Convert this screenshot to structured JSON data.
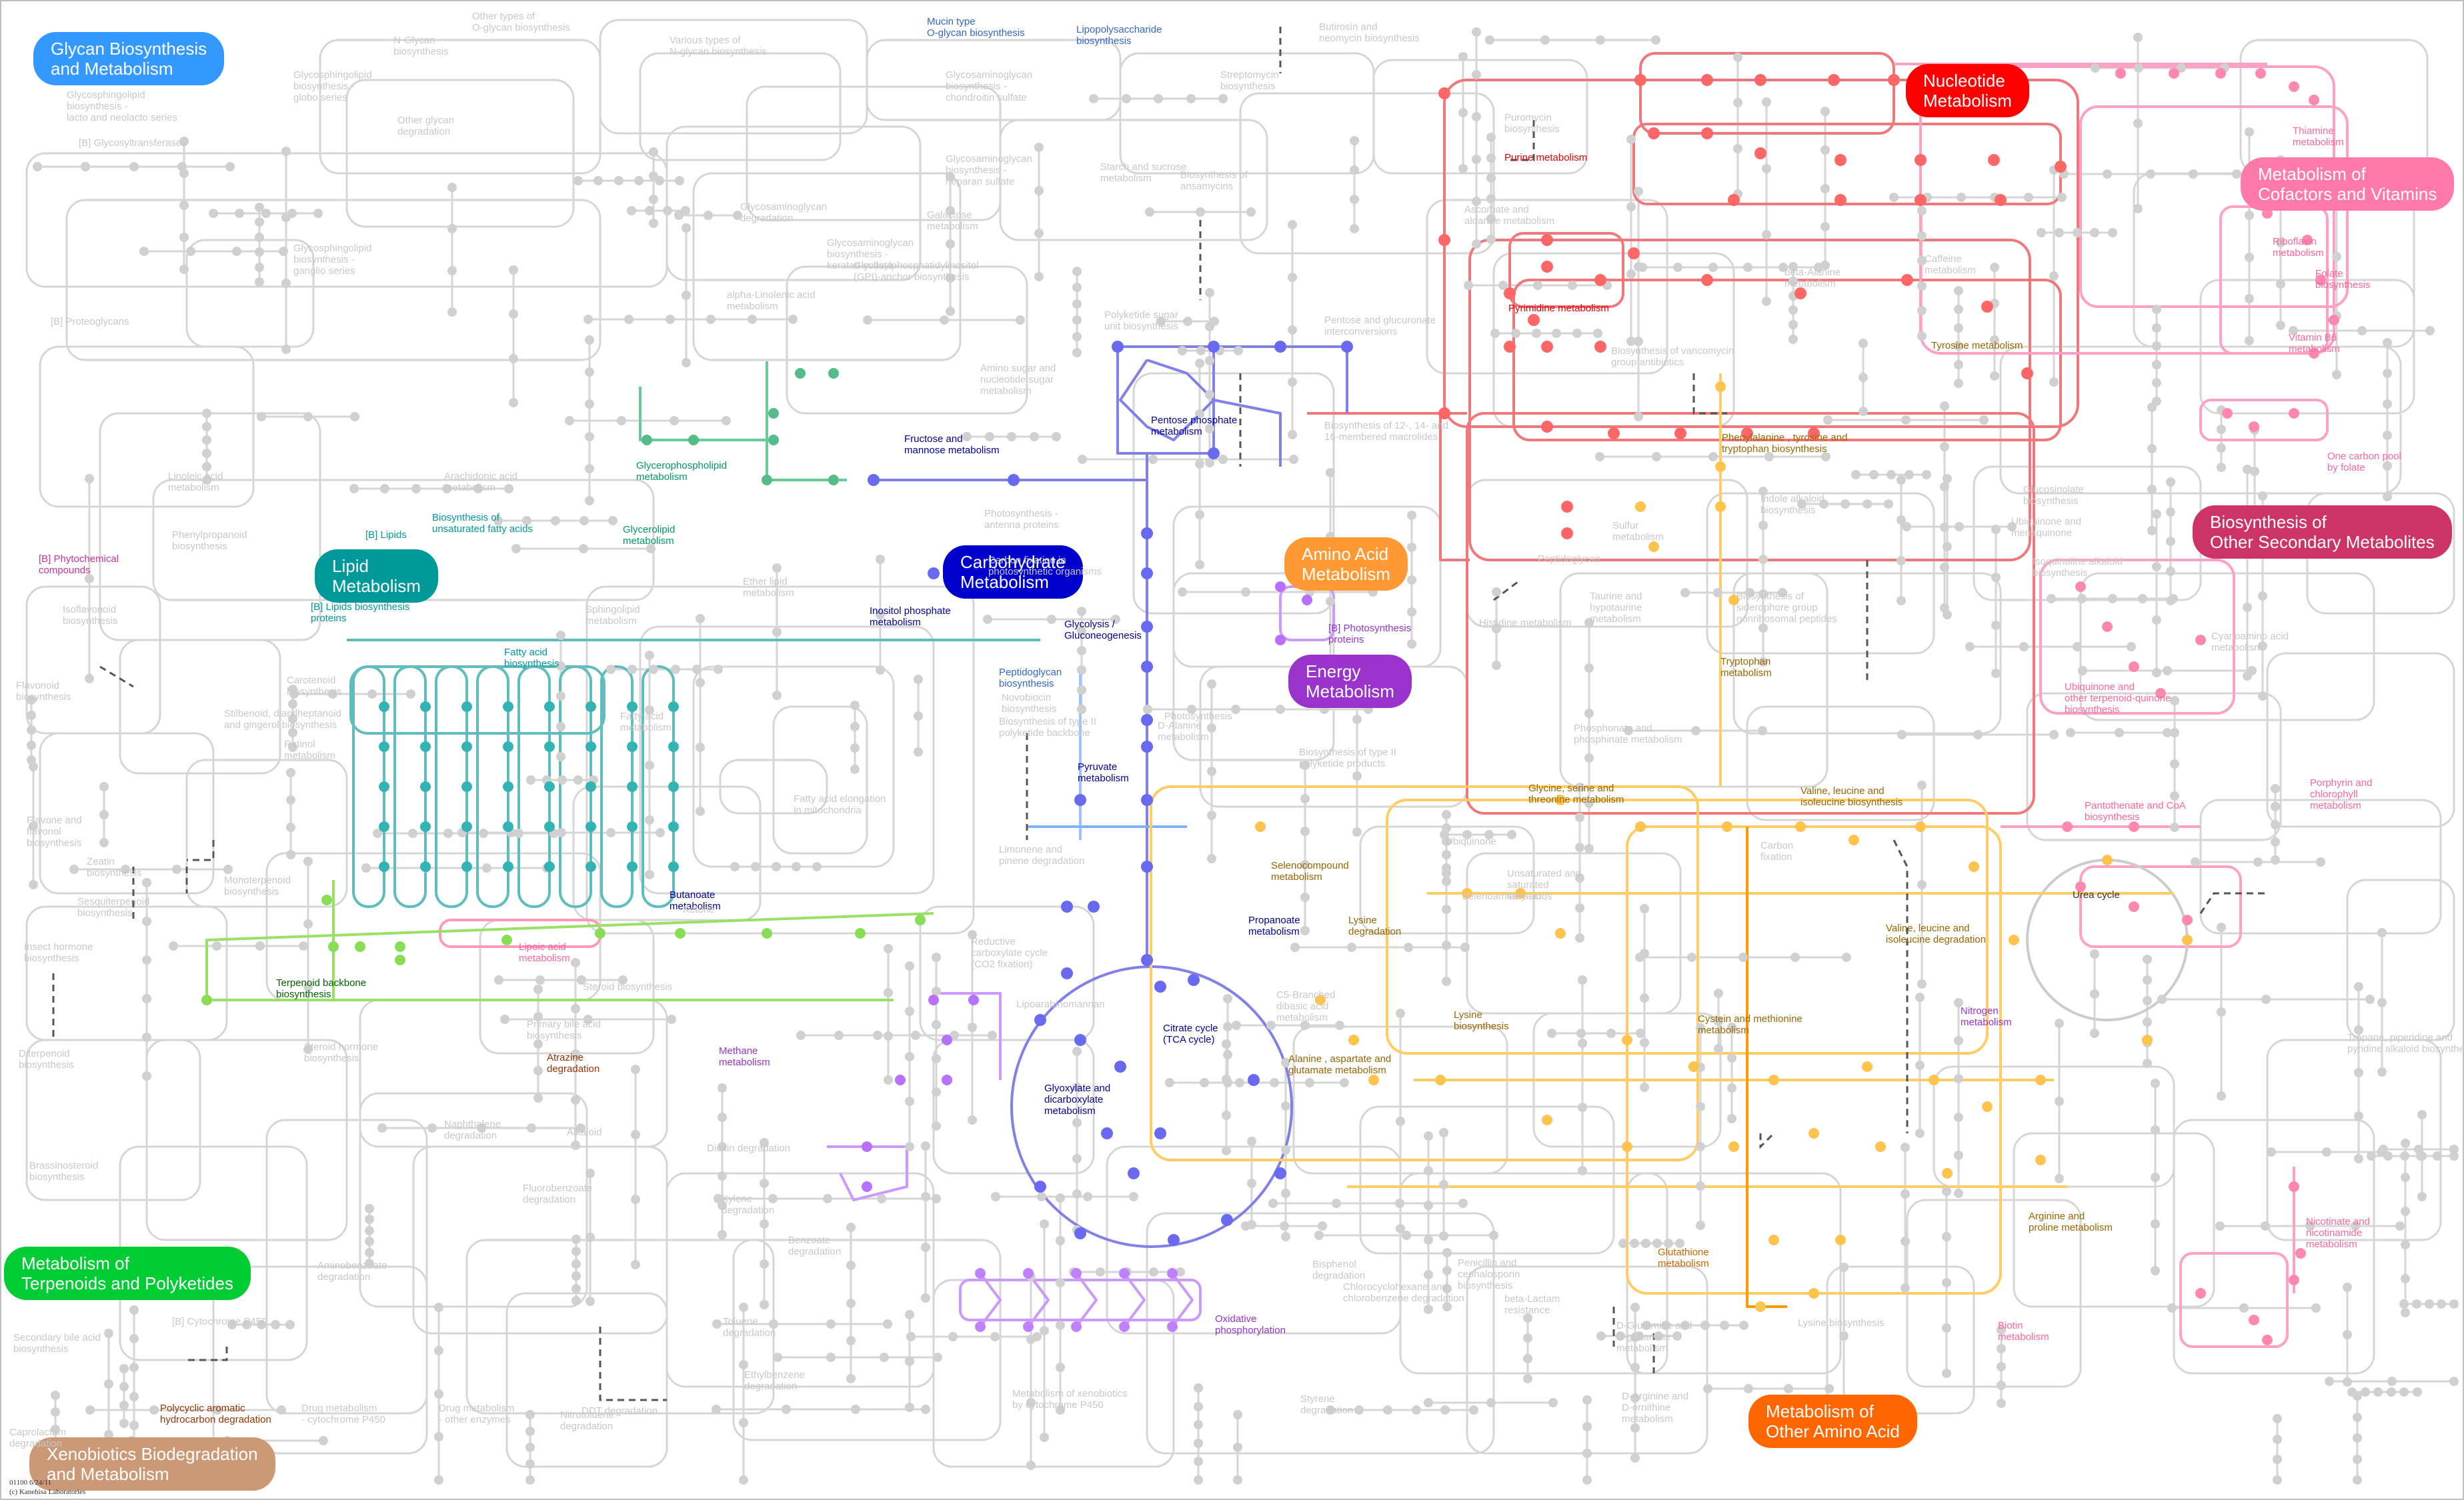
{
  "colors": {
    "background": "#ffffff",
    "grey_network": "#d6d6d6",
    "grey_node": "#d0d0d0",
    "grey_text": "#c8c8c8",
    "glycan": "#3399ff",
    "nucleotide": "#ff0000",
    "nucleotide_lines": "#f0787a",
    "cofactors": "#ff7aa8",
    "cofactor_lines": "#ffa0c4",
    "secondary": "#cc3366",
    "lipid": "#009999",
    "lipid_lines": "#5fbdbd",
    "lipid_green": "#66cc99",
    "carbohydrate": "#0000cc",
    "carbohydrate_lines": "#8080e6",
    "carbohydrate_light": "#80b3ff",
    "amino_acid": "#ff9933",
    "amino_lines": "#ffcc66",
    "energy": "#9933cc",
    "energy_lines": "#cc99ff",
    "terpenoid": "#00cc33",
    "terpenoid_lines": "#99e066",
    "other_amino": "#ff6600",
    "other_amino_lines": "#ff9900",
    "xenobiotics": "#cc9977"
  },
  "categories": [
    {
      "id": "glycan",
      "label": "Glycan Biosynthesis\nand Metabolism",
      "color": "#3399ff"
    },
    {
      "id": "nucleotide",
      "label": "Nucleotide\nMetabolism",
      "color": "#ff0000"
    },
    {
      "id": "cofactors",
      "label": "Metabolism of\nCofactors and Vitamins",
      "color": "#ff7aa8"
    },
    {
      "id": "secondary",
      "label": "Biosynthesis of\nOther Secondary Metabolites",
      "color": "#cc3366"
    },
    {
      "id": "lipid",
      "label": "Lipid\nMetabolism",
      "color": "#009999"
    },
    {
      "id": "carbohydrate",
      "label": "Carbohydrate\nMetabolism",
      "color": "#0000cc"
    },
    {
      "id": "amino",
      "label": "Amino Acid\nMetabolism",
      "color": "#ff9933"
    },
    {
      "id": "energy",
      "label": "Energy\nMetabolism",
      "color": "#9933cc"
    },
    {
      "id": "terpenoid",
      "label": "Metabolism of\nTerpenoids and Polyketides",
      "color": "#00cc33"
    },
    {
      "id": "other_amino",
      "label": "Metabolism of\nOther Amino Acid",
      "color": "#ff6600"
    },
    {
      "id": "xenobiotics",
      "label": "Xenobiotics Biodegradation\nand Metabolism",
      "color": "#cc9977"
    }
  ],
  "pathway_labels": [
    {
      "text": "Mucin type\nO-glycan biosynthesis",
      "color": "#3366cc"
    },
    {
      "text": "Lipopolysaccharide\nbiosynthesis",
      "color": "#3366cc"
    },
    {
      "text": "Peptidoglycan\nbiosynthesis",
      "color": "#3366cc"
    },
    {
      "text": "Purine metabolism",
      "color": "#e60000"
    },
    {
      "text": "Pyrimidine metabolism",
      "color": "#e60000"
    },
    {
      "text": "Thiamine\nmetabolism",
      "color": "#ff6699"
    },
    {
      "text": "Riboflavin\nmetabolism",
      "color": "#ff6699"
    },
    {
      "text": "Folate\nbiosynthesis",
      "color": "#ff6699"
    },
    {
      "text": "Vitamin B6\nmetabolism",
      "color": "#ff6699"
    },
    {
      "text": "One carbon pool\nby folate",
      "color": "#ff6699"
    },
    {
      "text": "Ubiquinone and\nother terpenoid-quinone\nbiosynthesis",
      "color": "#ff6699"
    },
    {
      "text": "Pantothenate and CoA\nbiosynthesis",
      "color": "#ff6699"
    },
    {
      "text": "Porphyrin and\nchlorophyll\nmetabolism",
      "color": "#ff6699"
    },
    {
      "text": "Nicotinate and\nnicotinamide\nmetabolism",
      "color": "#ff6699"
    },
    {
      "text": "Biotin\nmetabolism",
      "color": "#ff6699"
    },
    {
      "text": "[B] Phytochemical\ncompounds",
      "color": "#cc3399"
    },
    {
      "text": "[B] Lipids",
      "color": "#009999"
    },
    {
      "text": "[B] Lipids biosynthesis\nproteins",
      "color": "#009999"
    },
    {
      "text": "Biosynthesis of\nunsaturated fatty acids",
      "color": "#009999"
    },
    {
      "text": "Glycerophospholipid\nmetabolism",
      "color": "#009966"
    },
    {
      "text": "Glycerolipid\nmetabolism",
      "color": "#009966"
    },
    {
      "text": "Fatty acid\nbiosynthesis",
      "color": "#009999"
    },
    {
      "text": "Lipoic acid\nmetabolism",
      "color": "#ff6699"
    },
    {
      "text": "Fructose and\nmannose metabolism",
      "color": "#000099"
    },
    {
      "text": "Pentose phosphate\nmetabolism",
      "color": "#000099"
    },
    {
      "text": "Inositol phosphate\nmetabolism",
      "color": "#000099"
    },
    {
      "text": "Glycolysis /\nGluconeogenesis",
      "color": "#000099"
    },
    {
      "text": "Pyruvate\nmetabolism",
      "color": "#000099"
    },
    {
      "text": "Butanoate\nmetabolism",
      "color": "#000099"
    },
    {
      "text": "Propanoate\nmetabolism",
      "color": "#000099"
    },
    {
      "text": "Citrate cycle\n(TCA cycle)",
      "color": "#000099"
    },
    {
      "text": "Glyoxylate and\ndicarboxylate\nmetabolism",
      "color": "#000099"
    },
    {
      "text": "[B] Photosynthesis\nproteins",
      "color": "#9933cc"
    },
    {
      "text": "Methane\nmetabolism",
      "color": "#9933cc"
    },
    {
      "text": "Oxidative\nphosphorylation",
      "color": "#9933cc"
    },
    {
      "text": "Nitrogen\nmetabolism",
      "color": "#9933cc"
    },
    {
      "text": "Tyrosine metabolism",
      "color": "#996600"
    },
    {
      "text": "Phenylalanine , tyrosine and\ntryptophan biosynthesis",
      "color": "#996600"
    },
    {
      "text": "Tryptophan\nmetabolism",
      "color": "#996600"
    },
    {
      "text": "Glycine, serine and\nthreonine metabolism",
      "color": "#996600"
    },
    {
      "text": "Valine, leucine and\nisoleucine biosynthesis",
      "color": "#996600"
    },
    {
      "text": "Selenocompound\nmetabolism",
      "color": "#996600"
    },
    {
      "text": "Lysine\ndegradation",
      "color": "#996600"
    },
    {
      "text": "Lysine\nbiosynthesis",
      "color": "#996600"
    },
    {
      "text": "Valine, leucine and\nisoleucine degradation",
      "color": "#996600"
    },
    {
      "text": "Urea cycle",
      "color": "#333333"
    },
    {
      "text": "Cystein and methionine\nmetabolism",
      "color": "#996600"
    },
    {
      "text": "Alanine , aspartate and\nglutamate metabolism",
      "color": "#996600"
    },
    {
      "text": "Arginine and\nproline metabolism",
      "color": "#996600"
    },
    {
      "text": "Glutathione\nmetabolism",
      "color": "#cc6600"
    },
    {
      "text": "Terpenoid backbone\nbiosynthesis",
      "color": "#006600"
    },
    {
      "text": "Atrazine\ndegradation",
      "color": "#993300"
    },
    {
      "text": "Polycyclic aromatic\nhydrocarbon degradation",
      "color": "#993300"
    }
  ],
  "grey_labels": [
    "Other types of\nO-glycan biosynthesis",
    "N-Glycan\nbiosynthesis",
    "Various types of\nN-glycan biosynthesis",
    "Butirosin and\nneomycin biosynthesis",
    "Streptomycin\nbiosynthesis",
    "Glycosphingolipid\nbiosynthesis -\nglobo series",
    "Glycosphingolipid\nbiosynthesis -\nlacto and neolacto series",
    "[B] Glycosyltransferases",
    "Other glycan\ndegradation",
    "Glycosaminoglycan\nbiosynthesis -\nchondroitin sulfate",
    "Glycosaminoglycan\nbiosynthesis -\nheparan sulfate",
    "Glycosaminoglycan\ndegradation",
    "Galactose\nmetabolism",
    "Starch and sucrose\nmetabolism",
    "Biosynthesis of\nansamycins",
    "Puromycin\nbiosynthesis",
    "Ascorbate and\naldarate metabolism",
    "Glycosylphosphatidylinositol\n(GPI)-anchor biosynthesis",
    "alpha-Linolenic acid\nmetabolism",
    "Glycosphingolipid\nbiosynthesis -\nganglio series",
    "Glycosaminoglycan\nbiosynthesis -\nkeratan sulfate",
    "[B] Proteoglycans",
    "Polyketide sugar\nunit biosynthesis",
    "Amino sugar and\nnucleotide sugar\nmetabolism",
    "Pentose and glucuronate\ninterconversions",
    "Biosynthesis of vancomycin\ngroup antibiotics",
    "Biosynthesis of 12-, 14- and\n16-membered macrolides",
    "beta-Alanine\nmetabolism",
    "Caffeine\nmetabolism",
    "Linoleic acid\nmetabolism",
    "Arachidonic acid\nmetabolism",
    "Phenylpropanoid\nbiosynthesis",
    "Flavonoid\nbiosynthesis",
    "Isoflavonoid\nbiosynthesis",
    "Flavone and\nflavonol\nbiosynthesis",
    "Stilbenoid, diarylheptanoid\nand gingerol biosynthesis",
    "Retinol\nmetabolism",
    "Carotenoid\nbiosynthesis",
    "Sphingolipid\nmetabolism",
    "Ether lipid\nmetabolism",
    "Fatty acid\nmetabolism",
    "Fatty acid elongation\nin mitochondria",
    "Photosynthesis",
    "Photosynthesis -\nantenna proteins",
    "Carbon fixation in\nphotosynthetic organisms",
    "Novobiocin\nbiosynthesis",
    "Sulfur\nmetabolism",
    "Taurine and\nhypotaurine\nmetabolism",
    "Biosynthesis of\nsiderophore group\nnonribosomal peptides",
    "Histidine metabolism",
    "Phosphonate and\nphosphinate metabolism",
    "D-Alanine\nmetabolism",
    "Biosynthesis of type II\npolyketide products",
    "Biosynthesis of type II\npolyketide backbone",
    "Limonene and\npinene degradation",
    "Zeatin\nbiosynthesis",
    "Monoterpenoid\nbiosynthesis",
    "Sesquiterpenoid\nbiosynthesis",
    "Insect hormone\nbiosynthesis",
    "Diterpenoid\nbiosynthesis",
    "Brassinosteroid\nbiosynthesis",
    "Secondary bile acid\nbiosynthesis",
    "[B] Cytochrome P450",
    "Caprolactam\ndegradation",
    "Steroid biosynthesis",
    "Primary bile acid\nbiosynthesis",
    "Steroid hormone\nbiosynthesis",
    "Naphthalene\ndegradation",
    "Fluorobenzoate\ndegradation",
    "Aminobenzoate\ndegradation",
    "Dioxin degradation",
    "Xylene\ndegradation",
    "Benzoate\ndegradation",
    "Toluene\ndegradation",
    "Ethylbenzene\ndegradation",
    "Metabolism of xenobiotics\nby cytochrome P450",
    "Drug metabolism\n- cytochrome P450",
    "Drug metabolism\n- other enzymes",
    "Nitrotoluene\ndegradation",
    "DDT degradation",
    "Styrene\ndegradation",
    "Chlorocyclohexane and\nchlorobenzene degradation",
    "Bisphenol\ndegradation",
    "Penicillin and\ncephalosporin\nbiosynthesis",
    "beta-Lactam\nresistance",
    "D-Glutamine and\nD-glutamate\nmetabolism",
    "D-Arginine and\nD-ornithine\nmetabolism",
    "Lysine biosynthesis",
    "Tropane, piperidine and\npyridine alkaloid biosynthesis",
    "Indole alkaloid\nbiosynthesis",
    "Isoquinoline alkaloid\nbiosynthesis",
    "Glucosinolate\nbiosynthesis",
    "Cyanoamino acid\nmetabolism",
    "Carbon\nfixation",
    "Ubiquinone",
    "Lipoarabinomannan",
    "Reductive\ncarboxylate cycle\n(CO2 fixation)",
    "Ubiquinone and\nmenaquinone",
    "C5-Branched\ndibasic acid\nmetabolism",
    "Selenoamino acid",
    "Unsaturated and\nsaturated\nfatty acids",
    "Ketone",
    "Peptidoglycan",
    "Alkaloid"
  ],
  "footer": {
    "line1": "01100 6/24/11",
    "line2": "(c) Kanehisa Laboratories"
  }
}
